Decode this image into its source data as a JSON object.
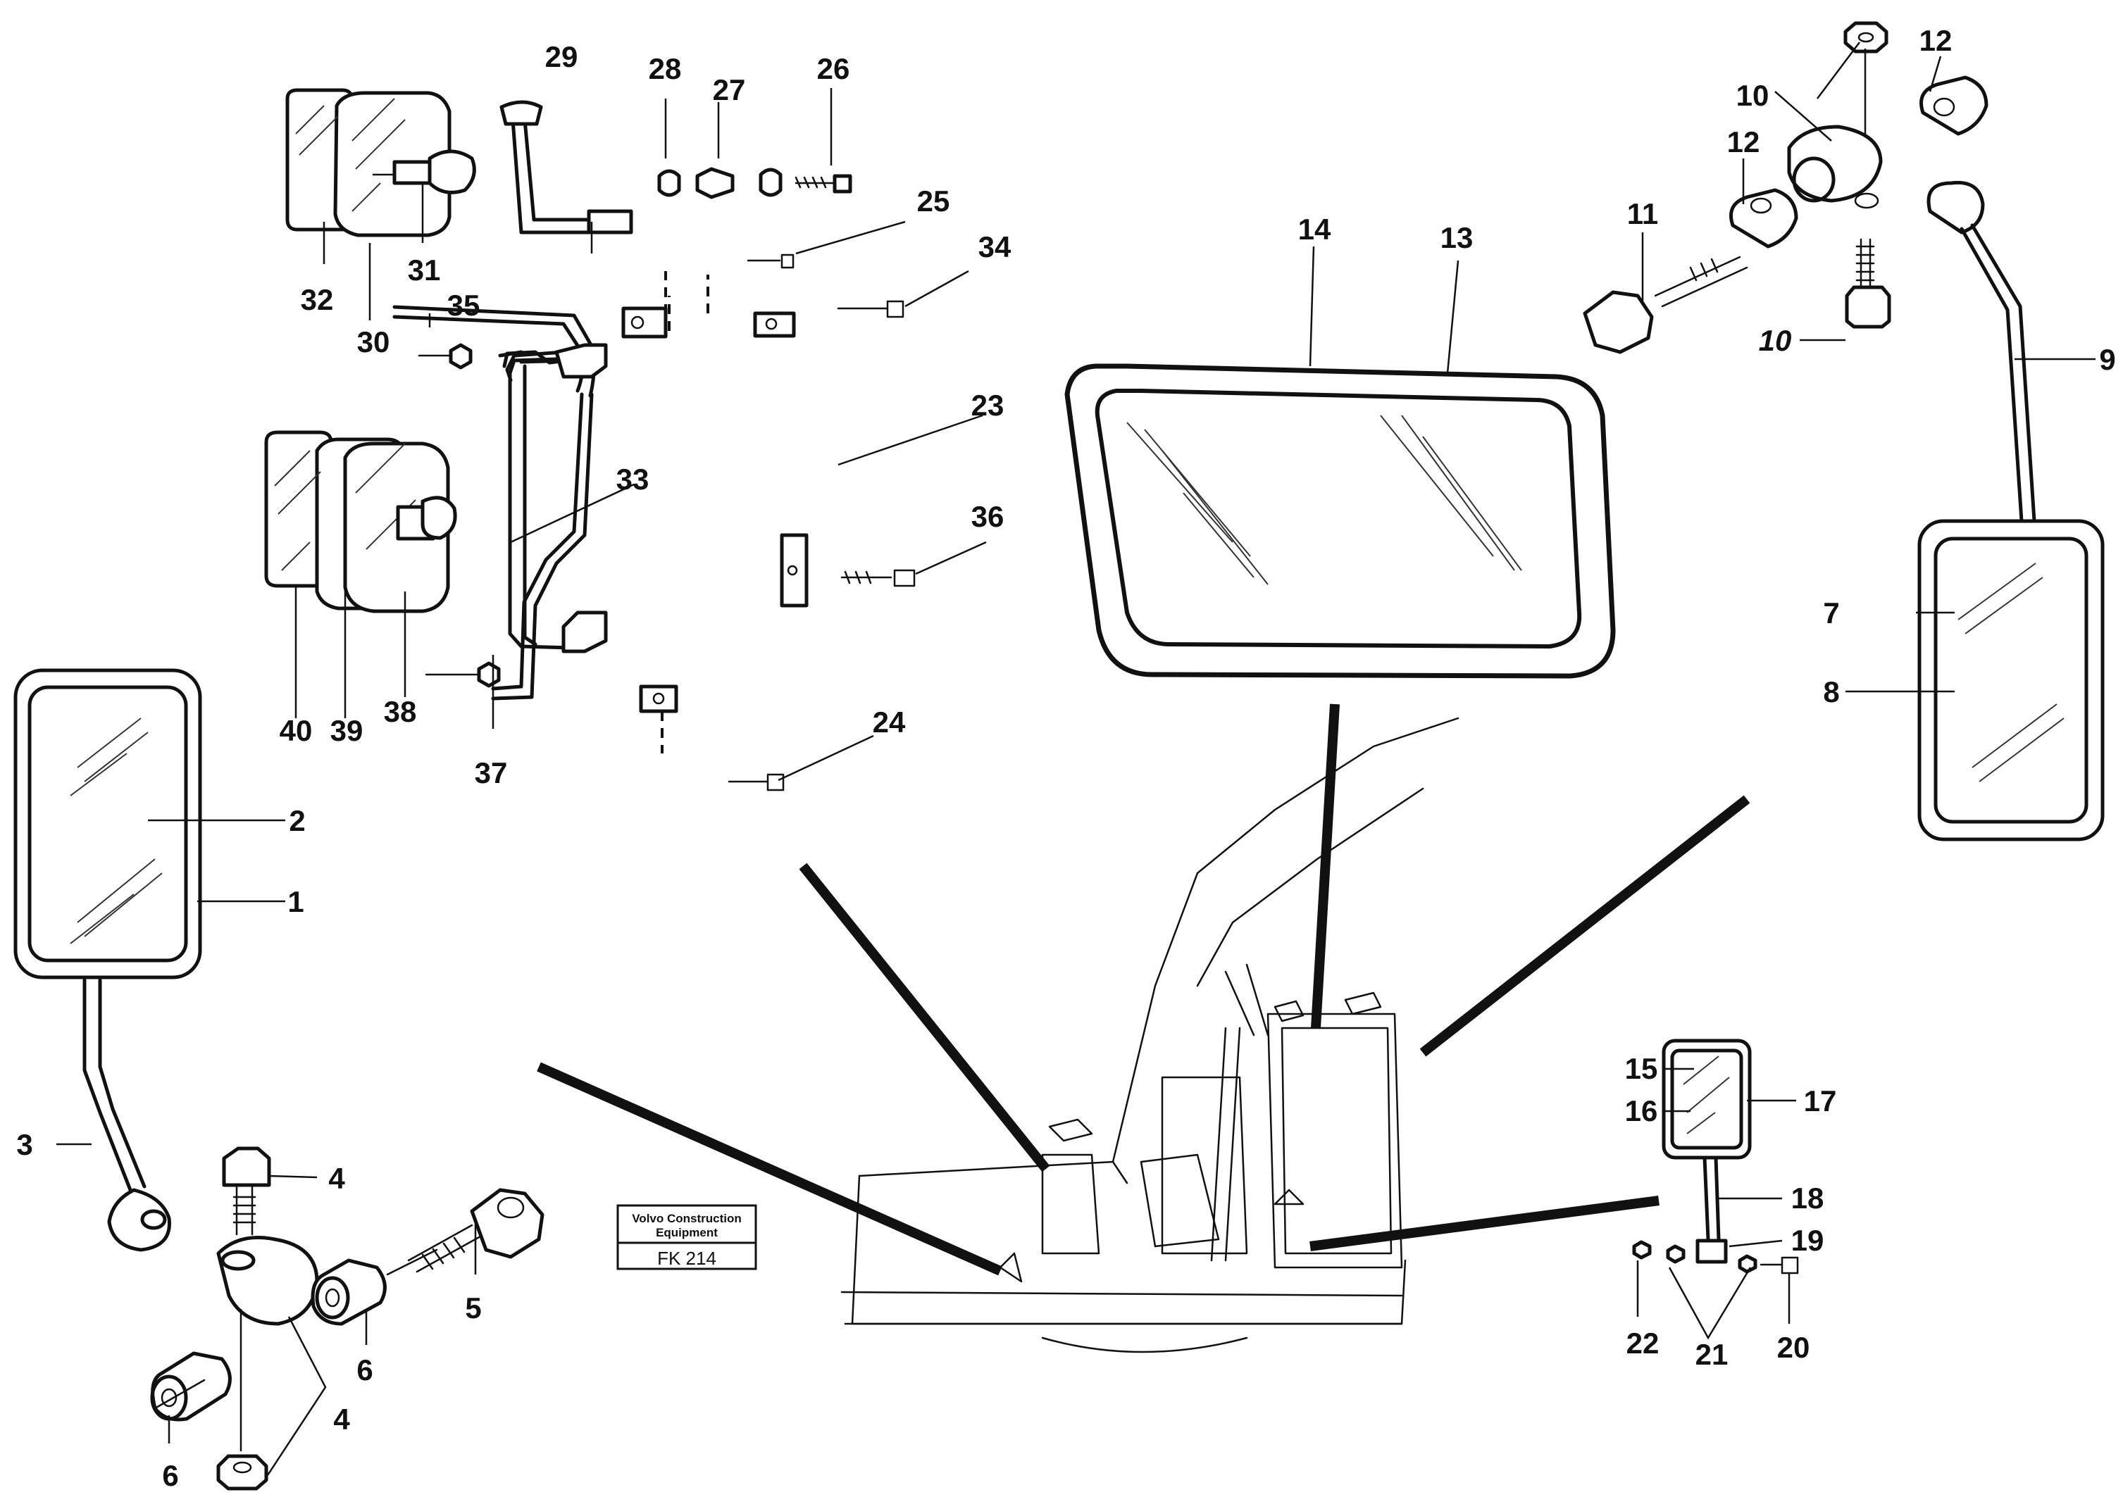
{
  "title_box": {
    "company": "Volvo Construction",
    "line2": "Equipment",
    "code": "FK 214"
  },
  "callouts": [
    {
      "id": "c1",
      "text": "1"
    },
    {
      "id": "c2",
      "text": "2"
    },
    {
      "id": "c3",
      "text": "3"
    },
    {
      "id": "c4a",
      "text": "4"
    },
    {
      "id": "c4b",
      "text": "4"
    },
    {
      "id": "c5",
      "text": "5"
    },
    {
      "id": "c6a",
      "text": "6"
    },
    {
      "id": "c6b",
      "text": "6"
    },
    {
      "id": "c7",
      "text": "7"
    },
    {
      "id": "c8",
      "text": "8"
    },
    {
      "id": "c9",
      "text": "9"
    },
    {
      "id": "c10a",
      "text": "10"
    },
    {
      "id": "c10b",
      "text": "10"
    },
    {
      "id": "c11",
      "text": "11"
    },
    {
      "id": "c12a",
      "text": "12"
    },
    {
      "id": "c12b",
      "text": "12"
    },
    {
      "id": "c13",
      "text": "13"
    },
    {
      "id": "c14",
      "text": "14"
    },
    {
      "id": "c15",
      "text": "15"
    },
    {
      "id": "c16",
      "text": "16"
    },
    {
      "id": "c17",
      "text": "17"
    },
    {
      "id": "c18",
      "text": "18"
    },
    {
      "id": "c19",
      "text": "19"
    },
    {
      "id": "c20",
      "text": "20"
    },
    {
      "id": "c21",
      "text": "21"
    },
    {
      "id": "c22",
      "text": "22"
    },
    {
      "id": "c23",
      "text": "23"
    },
    {
      "id": "c24",
      "text": "24"
    },
    {
      "id": "c25",
      "text": "25"
    },
    {
      "id": "c26",
      "text": "26"
    },
    {
      "id": "c27",
      "text": "27"
    },
    {
      "id": "c28",
      "text": "28"
    },
    {
      "id": "c29",
      "text": "29"
    },
    {
      "id": "c30",
      "text": "30"
    },
    {
      "id": "c31",
      "text": "31"
    },
    {
      "id": "c32",
      "text": "32"
    },
    {
      "id": "c33",
      "text": "33"
    },
    {
      "id": "c34",
      "text": "34"
    },
    {
      "id": "c35",
      "text": "35"
    },
    {
      "id": "c36",
      "text": "36"
    },
    {
      "id": "c37",
      "text": "37"
    },
    {
      "id": "c38",
      "text": "38"
    },
    {
      "id": "c39",
      "text": "39"
    },
    {
      "id": "c40",
      "text": "40"
    }
  ]
}
